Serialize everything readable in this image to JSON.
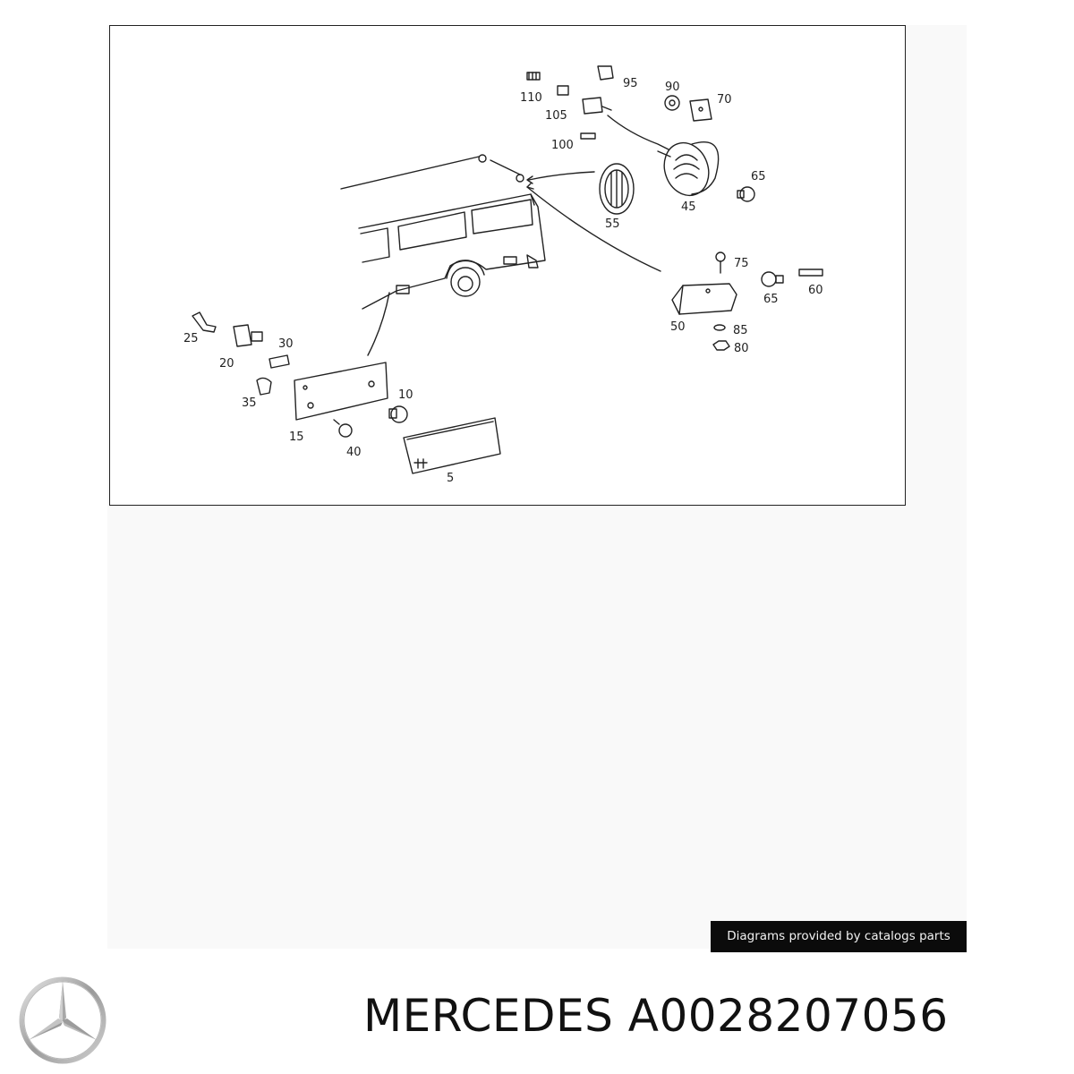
{
  "diagram": {
    "callouts": {
      "c110": "110",
      "c105": "105",
      "c100": "100",
      "c95": "95",
      "c90": "90",
      "c70": "70",
      "c65a": "65",
      "c45": "45",
      "c55": "55",
      "c75": "75",
      "c65b": "65",
      "c60": "60",
      "c50": "50",
      "c85": "85",
      "c80": "80",
      "c25": "25",
      "c30": "30",
      "c20": "20",
      "c35": "35",
      "c10": "10",
      "c15": "15",
      "c40": "40",
      "c5": "5"
    }
  },
  "credit": {
    "text": "Diagrams provided by catalogs parts"
  },
  "title": {
    "brand": "MERCEDES",
    "part_number": "A0028207056"
  },
  "logo": {
    "icon": "mercedes-star-icon"
  }
}
